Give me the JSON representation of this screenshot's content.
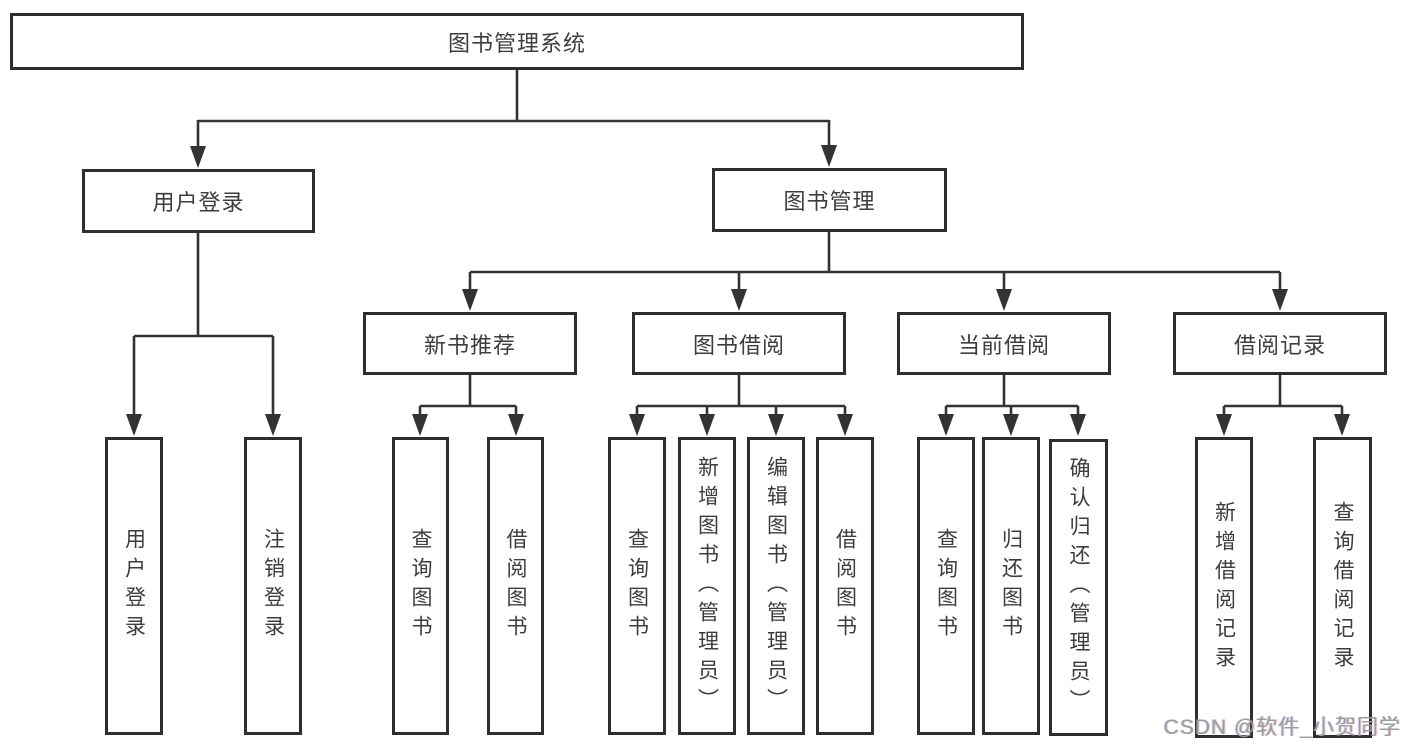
{
  "tree": {
    "label": "图书管理系统",
    "children": [
      {
        "label": "用户登录",
        "children": [
          {
            "label": "用户登录"
          },
          {
            "label": "注销登录"
          }
        ]
      },
      {
        "label": "图书管理",
        "children": [
          {
            "label": "新书推荐",
            "children": [
              {
                "label": "查询图书"
              },
              {
                "label": "借阅图书"
              }
            ]
          },
          {
            "label": "图书借阅",
            "children": [
              {
                "label": "查询图书"
              },
              {
                "label": "新增图书（管理员）"
              },
              {
                "label": "编辑图书（管理员）"
              },
              {
                "label": "借阅图书"
              }
            ]
          },
          {
            "label": "当前借阅",
            "children": [
              {
                "label": "查询图书"
              },
              {
                "label": "归还图书"
              },
              {
                "label": "确认归还（管理员）"
              }
            ]
          },
          {
            "label": "借阅记录",
            "children": [
              {
                "label": "新增借阅记录"
              },
              {
                "label": "查询借阅记录"
              }
            ]
          }
        ]
      }
    ]
  },
  "watermark": {
    "text": "CSDN @软件_小贺同学"
  },
  "colors": {
    "box_border": "#2e2e2e",
    "connector": "#333333",
    "text": "#3d3d3d",
    "watermark": "#9c9c9c",
    "background": "#ffffff"
  }
}
